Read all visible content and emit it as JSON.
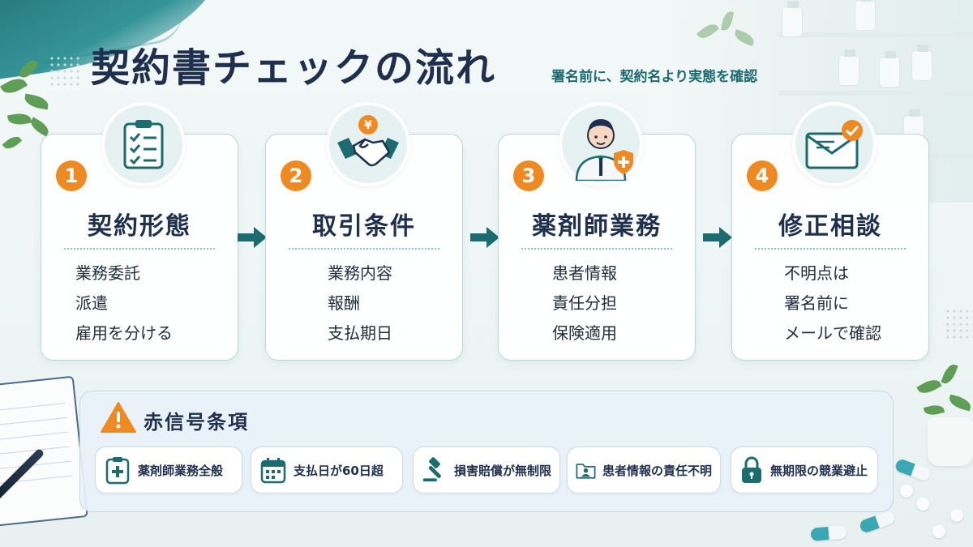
{
  "header": {
    "title": "契約書チェックの流れ",
    "subtitle": "署名前に、契約名より実態を確認"
  },
  "steps": [
    {
      "number": "1",
      "icon": "clipboard-checklist-icon",
      "heading": "契約形態",
      "items": [
        "業務委託",
        "派遣",
        "雇用を分ける"
      ]
    },
    {
      "number": "2",
      "icon": "handshake-yen-icon",
      "heading": "取引条件",
      "items": [
        "業務内容",
        "報酬",
        "支払期日"
      ]
    },
    {
      "number": "3",
      "icon": "pharmacist-shield-icon",
      "heading": "薬剤師業務",
      "items": [
        "患者情報",
        "責任分担",
        "保険適用"
      ]
    },
    {
      "number": "4",
      "icon": "envelope-check-icon",
      "heading": "修正相談",
      "items": [
        "不明点は",
        "署名前に",
        "メールで確認"
      ]
    }
  ],
  "red_flags": {
    "title": "赤信号条項",
    "items": [
      {
        "icon": "clipboard-plus-icon",
        "label": "薬剤師業務全般"
      },
      {
        "icon": "calendar-icon",
        "label": "支払日が60日超"
      },
      {
        "icon": "gavel-icon",
        "label": "損害賠償が無制限"
      },
      {
        "icon": "patient-folder-icon",
        "label": "患者情報の責任不明"
      },
      {
        "icon": "lock-icon",
        "label": "無期限の競業避止"
      }
    ]
  },
  "colors": {
    "accent_orange": "#ef8a22",
    "teal": "#1c6b6e",
    "navy": "#1f2f4e",
    "warning": "#ef8a22"
  }
}
